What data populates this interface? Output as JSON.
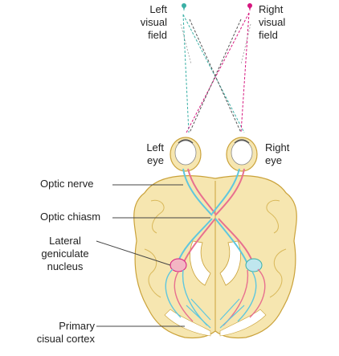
{
  "labels": {
    "left_visual_field": [
      "Left",
      "visual",
      "field"
    ],
    "right_visual_field": [
      "Right",
      "visual",
      "field"
    ],
    "left_eye": [
      "Left",
      "eye"
    ],
    "right_eye": [
      "Right",
      "eye"
    ],
    "optic_nerve": "Optic nerve",
    "optic_chiasm": "Optic chiasm",
    "lateral_geniculate_nucleus": [
      "Lateral",
      "geniculate",
      "nucleus"
    ],
    "primary_visual_cortex": [
      "Primary",
      "cisual cortex"
    ]
  },
  "colors": {
    "left_field": "#3bb0a6",
    "right_field": "#d6177f",
    "brain_fill": "#f6e6b0",
    "brain_stroke": "#caa23a",
    "tract_cyan": "#5fc7de",
    "tract_pink": "#e8708f",
    "leader_line": "#444444"
  }
}
